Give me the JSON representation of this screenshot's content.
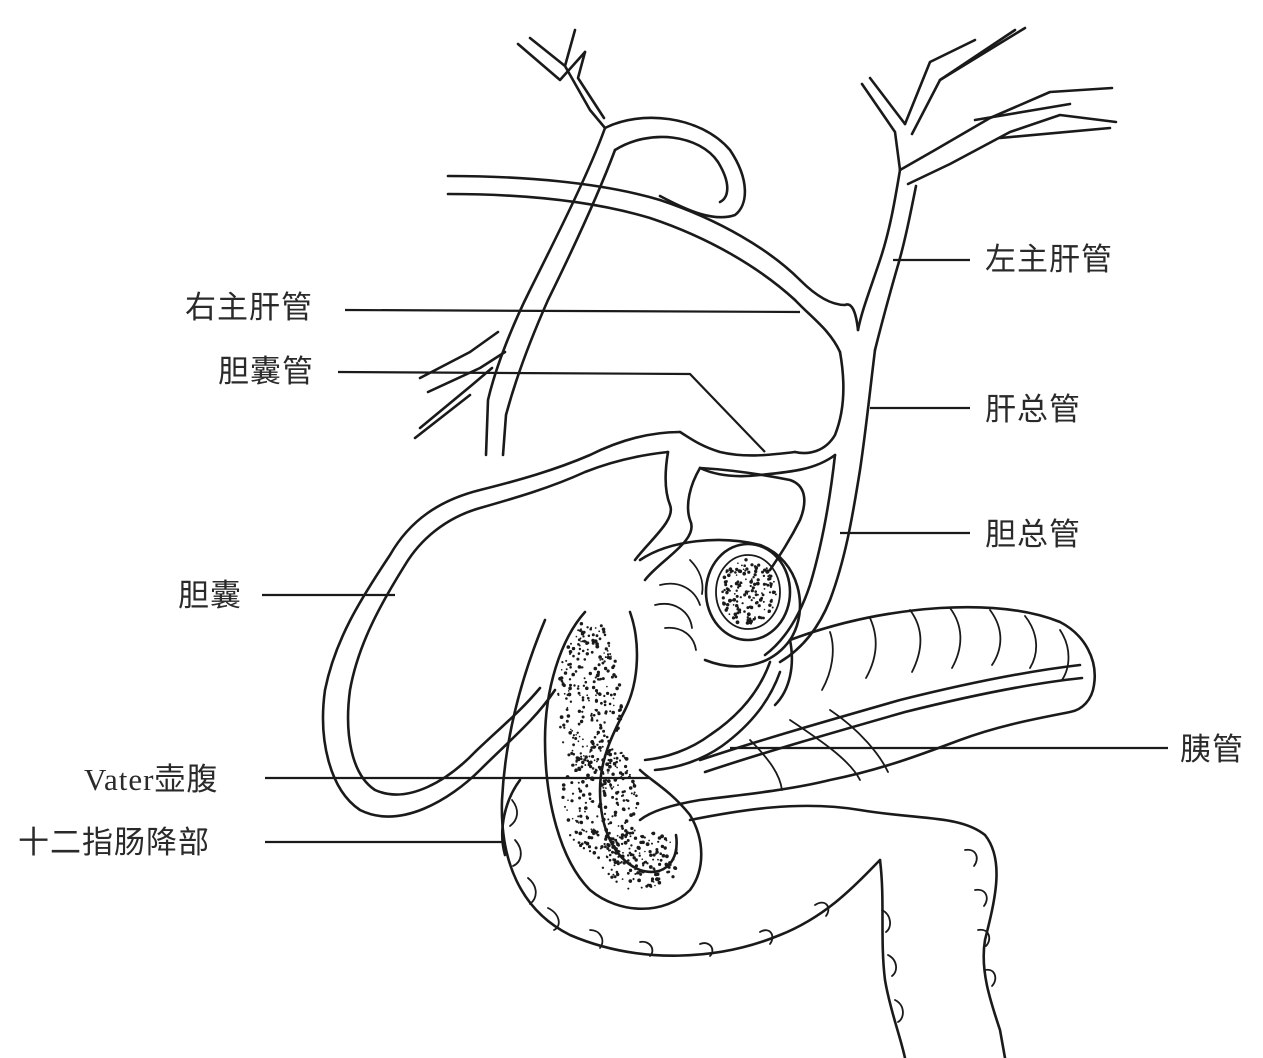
{
  "labels": {
    "right_hepatic_duct": "右主肝管",
    "cystic_duct": "胆囊管",
    "gallbladder": "胆囊",
    "ampulla": "Vater壶腹",
    "duodenum": "十二指肠降部",
    "left_hepatic_duct": "左主肝管",
    "common_hepatic_duct": "肝总管",
    "common_bile_duct": "胆总管",
    "pancreatic_duct": "胰管"
  }
}
